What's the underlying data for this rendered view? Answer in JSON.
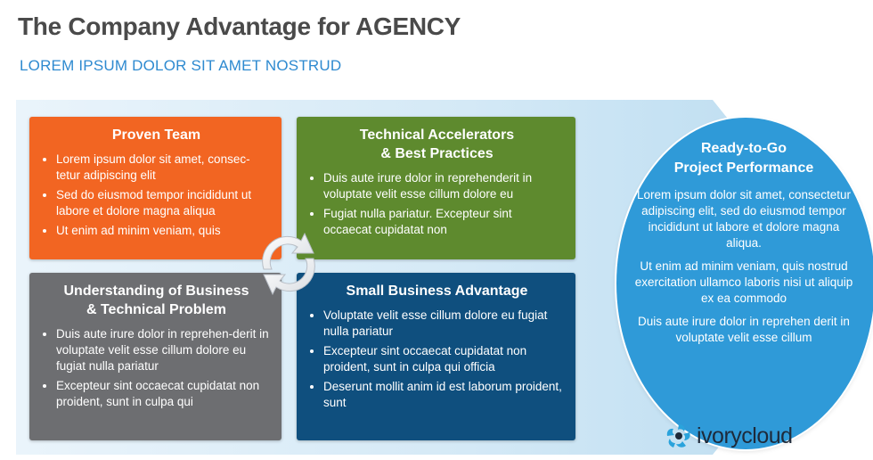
{
  "header": {
    "title": "The Company Advantage  for AGENCY",
    "subtitle": "LOREM IPSUM DOLOR  SIT  AMET NOSTRUD"
  },
  "boxes": {
    "proven_team": {
      "title": "Proven Team",
      "bullets": [
        "Lorem ipsum dolor sit amet, consec-tetur  adipiscing elit",
        "Sed do eiusmod tempor incididunt ut labore et dolore magna aliqua",
        "Ut enim ad minim veniam, quis"
      ]
    },
    "technical_accelerators": {
      "title_line1": "Technical Accelerators",
      "title_line2": "& Best Practices",
      "bullets": [
        "Duis aute irure dolor in reprehenderit in voluptate  velit esse cillum dolore eu",
        "Fugiat nulla pariatur. Excepteur sint occaecat  cupidatat  non"
      ]
    },
    "understanding": {
      "title_line1": "Understanding of Business",
      "title_line2": "& Technical Problem",
      "bullets": [
        "Duis aute irure dolor in reprehen-derit  in voluptate  velit esse cillum dolore eu fugiat  nulla pariatur",
        "Excepteur  sint occaecat  cupidatat non proident,  sunt  in culpa qui"
      ]
    },
    "small_business": {
      "title": "Small Business Advantage",
      "bullets": [
        "Voluptate  velit esse cillum dolore eu fugiat  nulla pariatur",
        "Excepteur sint occaecat cupidatat non proident,  sunt  in culpa qui officia",
        "Deserunt mollit anim id est laborum proident,  sunt"
      ]
    }
  },
  "circle": {
    "title_line1": "Ready-to-Go",
    "title_line2": "Project Performance",
    "para1": "Lorem ipsum dolor sit amet, consectetur  adipiscing elit, sed do eiusmod tempor incididunt  ut labore et dolore magna aliqua.",
    "para2": "Ut enim ad minim veniam, quis nostrud exercitation  ullamco laboris nisi ut aliquip ex ea commodo",
    "para3": "Duis aute irure dolor in reprehen derit in voluptate  velit esse cillum"
  },
  "logo": {
    "text": "ivorycloud",
    "icon": "swirl-logo-icon"
  },
  "colors": {
    "orange": "#f26522",
    "green": "#5e8a2e",
    "gray": "#6d6e71",
    "navy": "#0f4f7e",
    "circle_blue": "#2f9ad8",
    "subtitle_blue": "#2e8ad0"
  }
}
